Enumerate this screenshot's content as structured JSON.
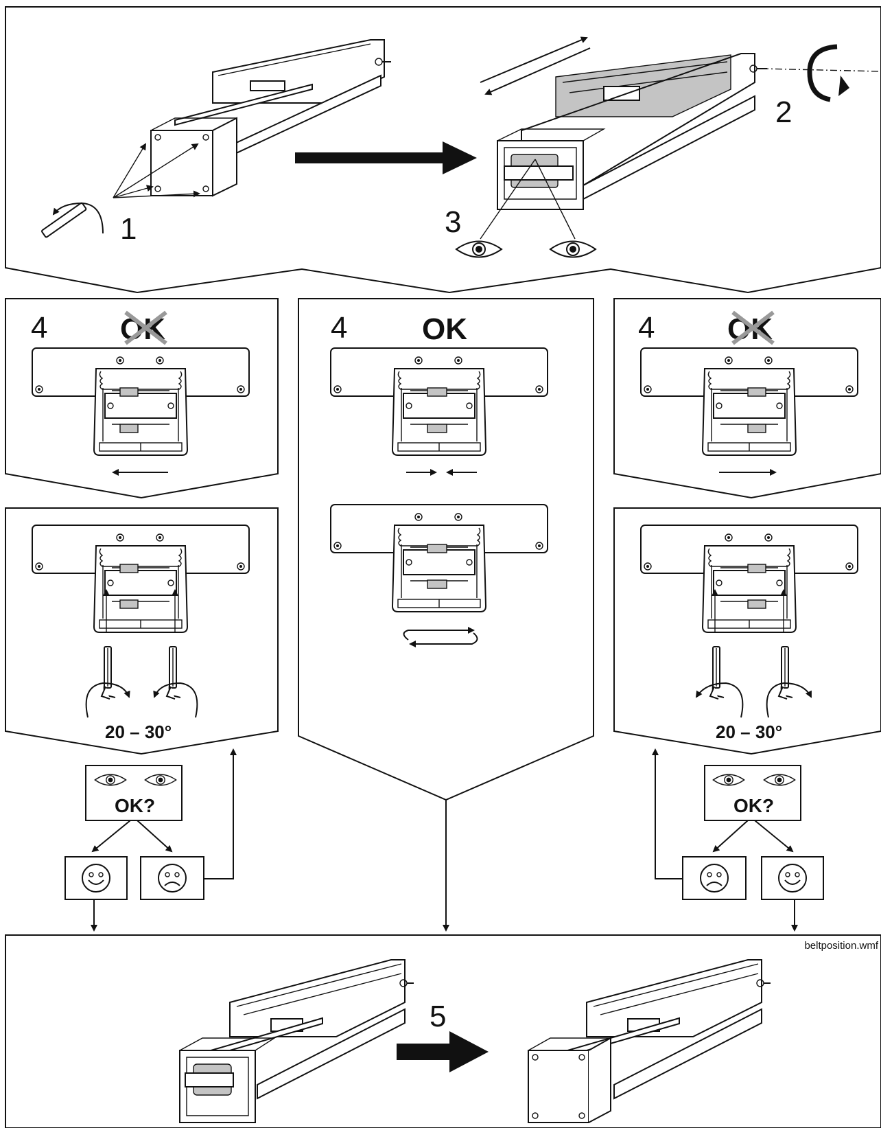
{
  "steps": {
    "step1": "1",
    "step2": "2",
    "step3": "3",
    "step4_left": "4",
    "step4_center": "4",
    "step4_right": "4",
    "step5": "5"
  },
  "ok_labels": {
    "left_crossed": "OK",
    "center": "OK",
    "right_crossed": "OK"
  },
  "check": {
    "left": "OK?",
    "right": "OK?"
  },
  "angles": {
    "left": "20 – 30°",
    "right": "20 – 30°"
  },
  "filename": "beltposition.wmf",
  "icons": {
    "hex_key": "hex-key-icon",
    "rotation": "rotation-icon",
    "eye": "eye-icon",
    "smiley_happy": "smiley-happy-icon",
    "smiley_sad": "smiley-sad-icon",
    "cross": "cross-icon"
  }
}
